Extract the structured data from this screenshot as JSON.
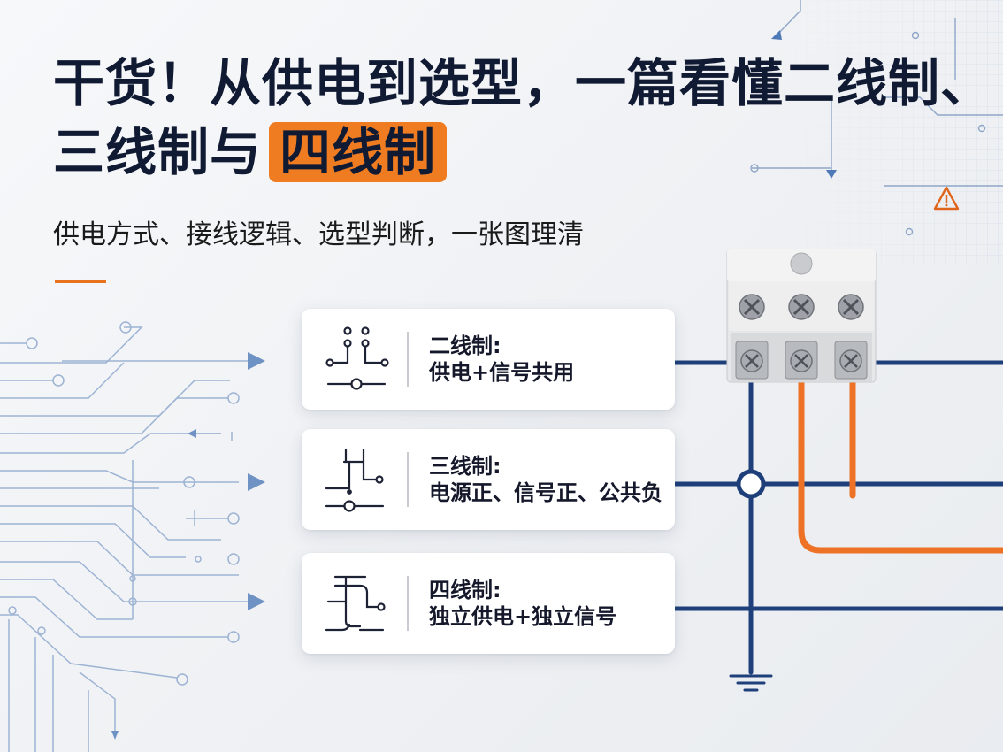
{
  "header": {
    "title_line1": "干货！从供电到选型，一篇看懂二线制、",
    "title_line2": "三线制与",
    "title_highlight": "四线制",
    "subtitle": "供电方式、接线逻辑、选型判断，一张图理清"
  },
  "cards": {
    "two_wire": {
      "title": "二线制:",
      "desc": "供电+信号共用"
    },
    "three_wire": {
      "title": "三线制:",
      "desc": "电源正、信号正、公共负"
    },
    "four_wire": {
      "title": "四线制:",
      "desc": "独立供电+独立信号"
    }
  },
  "colors": {
    "title": "#111a33",
    "accent_orange": "#f07c22",
    "wire_blue": "#1f3f7a",
    "circuit_lines": "#9db3d4"
  },
  "icons": {
    "warning": "warning-icon",
    "ground": "ground-symbol-icon",
    "two_wire": "two-wire-schematic-icon",
    "three_wire": "three-wire-schematic-icon",
    "four_wire": "four-wire-schematic-icon"
  }
}
